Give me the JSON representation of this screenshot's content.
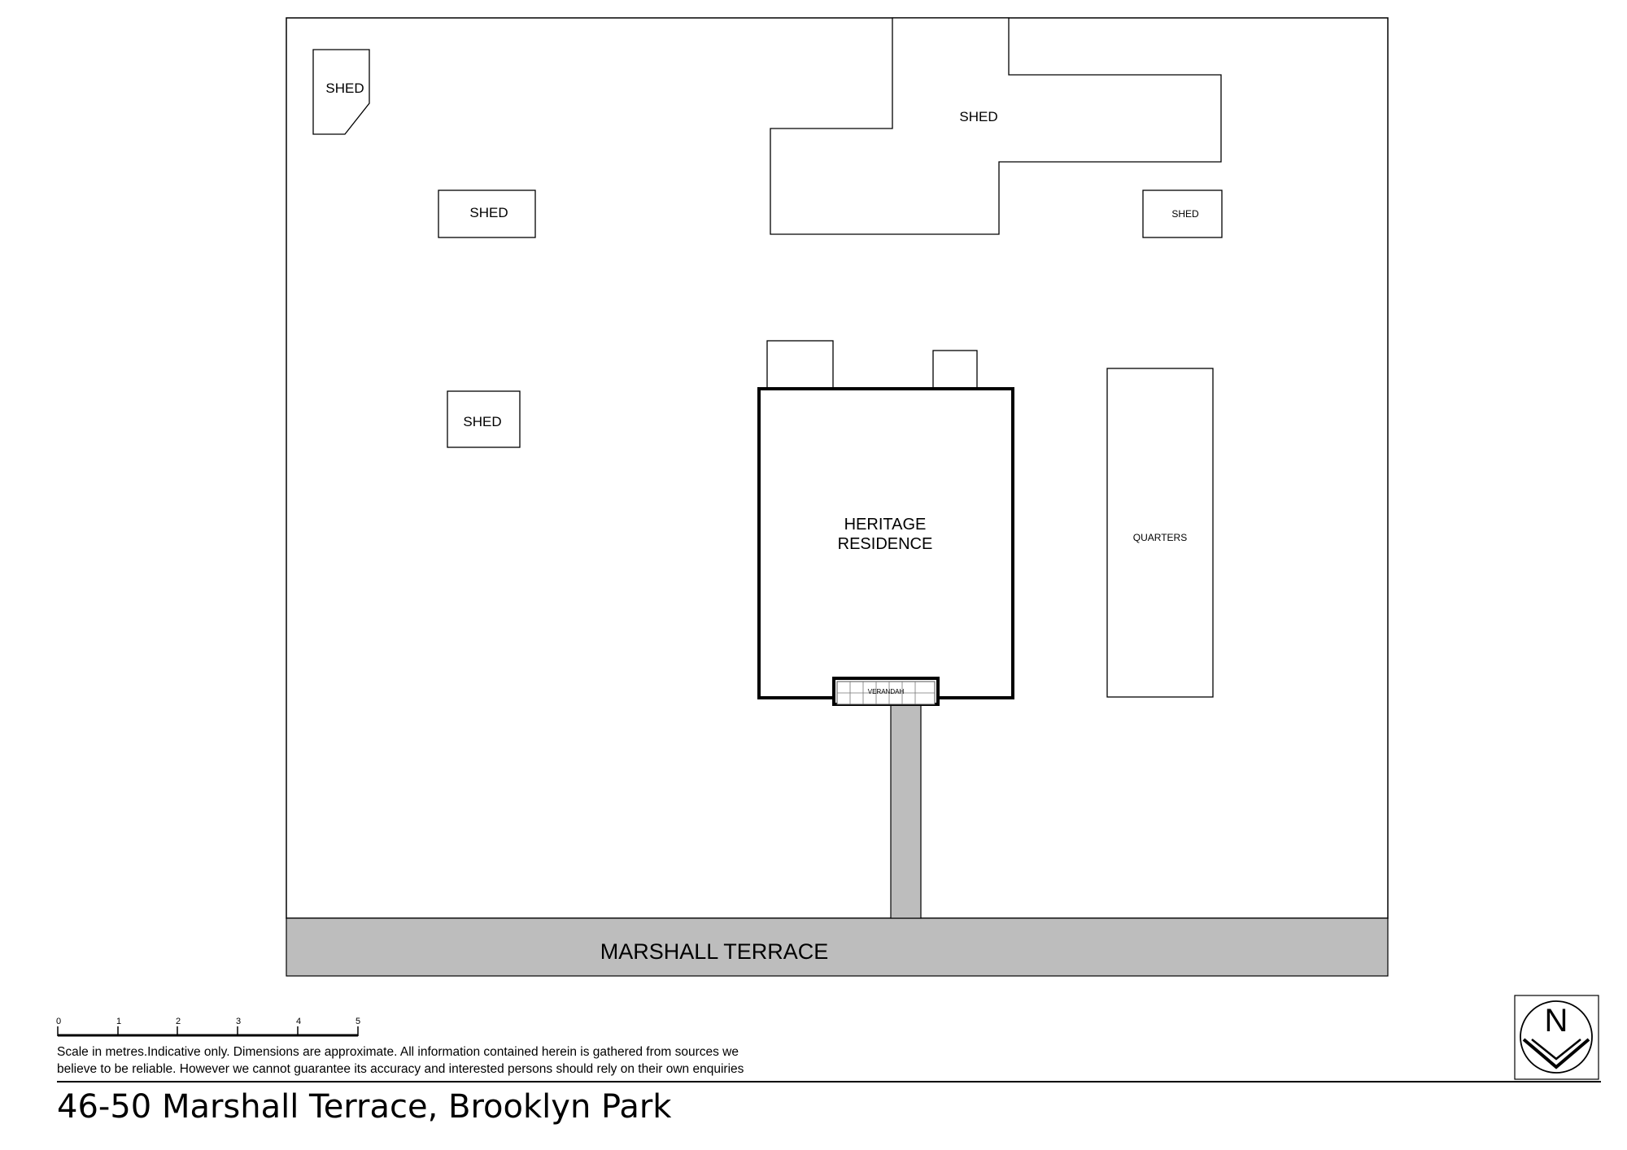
{
  "plan": {
    "street": "MARSHALL TERRACE",
    "buildings": {
      "shed_top_left": "SHED",
      "shed_top_right_large": "SHED",
      "shed_mid_left": "SHED",
      "shed_small_right": "SHED",
      "shed_lower_left": "SHED",
      "residence_line1": "HERITAGE",
      "residence_line2": "RESIDENCE",
      "verandah": "VERANDAH",
      "quarters": "QUARTERS"
    },
    "compass": "N"
  },
  "scale": {
    "ticks": [
      "0",
      "1",
      "2",
      "3",
      "4",
      "5"
    ],
    "unit": "metres"
  },
  "footer": {
    "disclaimer_line1": "Scale in metres.Indicative only. Dimensions are approximate. All information contained herein is gathered from sources we",
    "disclaimer_line2": "believe to be reliable. However we cannot guarantee its accuracy and interested persons should rely on their own enquiries",
    "address": "46-50  Marshall Terrace, Brooklyn Park"
  },
  "colors": {
    "street_fill": "#bdbdbd",
    "line": "#000000",
    "background": "#ffffff"
  }
}
